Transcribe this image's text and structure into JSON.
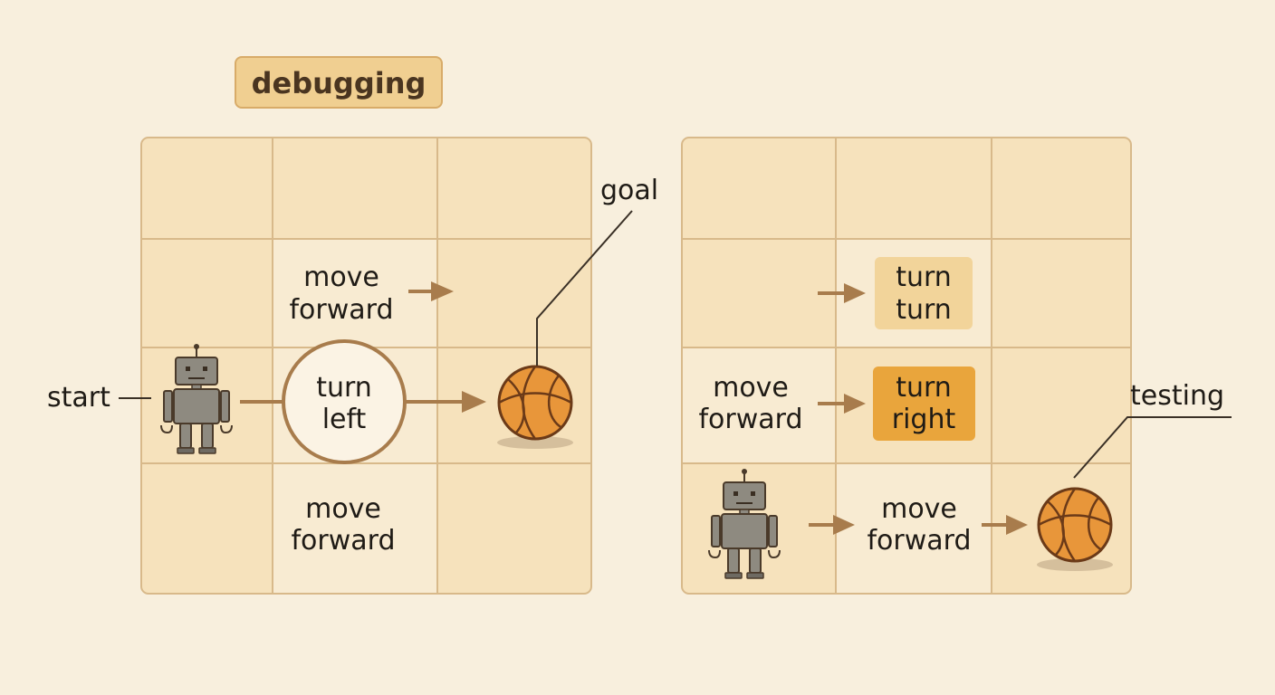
{
  "title": "debugging",
  "left_panel": {
    "start_label": "start",
    "goal_label": "goal",
    "top_step": [
      "move",
      "forward"
    ],
    "circle_step": [
      "turn",
      "left"
    ],
    "bottom_step": [
      "move",
      "forward"
    ]
  },
  "right_panel": {
    "testing_label": "testing",
    "badge_top": [
      "turn",
      "turn"
    ],
    "badge_mid": [
      "turn",
      "right"
    ],
    "mid_step": [
      "move",
      "forward"
    ],
    "bottom_step": [
      "move",
      "forward"
    ]
  },
  "colors": {
    "background": "#f8efdd",
    "cell_light": "#f8ebd2",
    "cell_dark": "#f6e2bc",
    "grid_line": "#d8b98a",
    "arrow": "#a87c4c",
    "highlight": "#e9a53c",
    "highlight_soft": "#f2d49a",
    "ball": "#e8963a",
    "robot": "#8e8a80"
  },
  "icons": [
    "robot-icon",
    "ball-icon",
    "arrow-icon"
  ]
}
